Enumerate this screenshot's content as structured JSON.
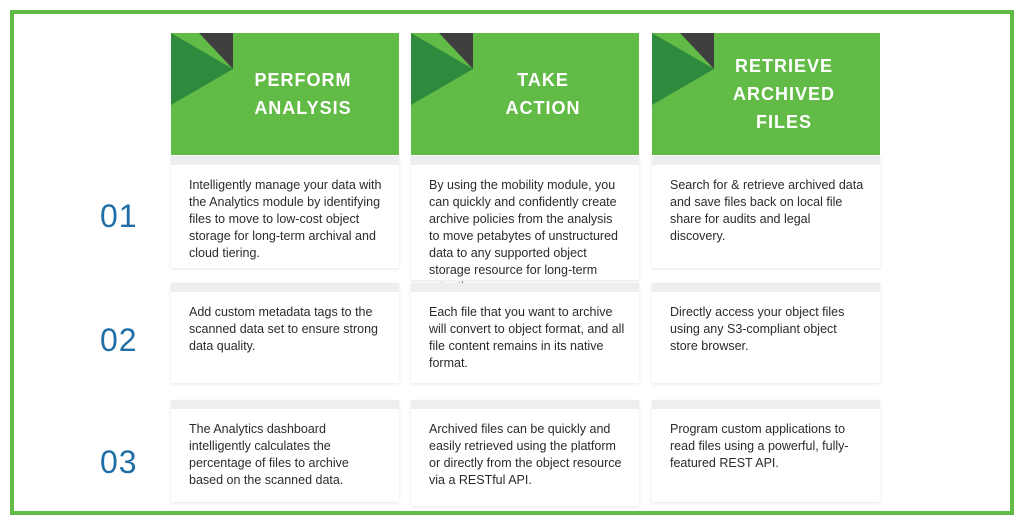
{
  "columns": [
    {
      "title": "PERFORM\nANALYSIS"
    },
    {
      "title": "TAKE\nACTION"
    },
    {
      "title": "RETRIEVE\nARCHIVED\nFILES"
    }
  ],
  "rows": [
    {
      "number": "01",
      "cells": [
        "Intelligently manage your data with the Analytics module by identifying files to move to low-cost object storage for long-term archival and cloud tiering.",
        "By using the mobility module, you can quickly and confidently create archive policies from the analysis to move petabytes of unstructured data to any supported object storage resource for long-term retention.",
        "Search for & retrieve archived data and save files back on local file share for audits and legal discovery."
      ]
    },
    {
      "number": "02",
      "cells": [
        "Add custom metadata tags to the scanned data set to ensure strong data quality.",
        "Each file that you want to archive will convert to object format, and all file content remains in its native format.",
        "Directly access your object files using any S3-compliant object store browser."
      ]
    },
    {
      "number": "03",
      "cells": [
        "The Analytics dashboard intelligently calculates the percentage of files to archive based on the scanned data.",
        "Archived files can be quickly and easily retrieved using the platform or directly from the object resource via a RESTful API.",
        "Program custom applications to read files using a powerful, fully-featured REST API."
      ]
    }
  ],
  "colors": {
    "green": "#62bb46",
    "dark_green": "#2e8b3e",
    "charcoal": "#3f3f3f",
    "number_blue": "#1f6fa6",
    "cell_bar": "#eeeeee"
  }
}
